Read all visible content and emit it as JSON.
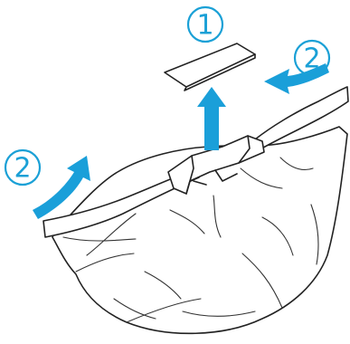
{
  "labels": {
    "step1": "1",
    "step2_right": "2",
    "step2_left": "2"
  },
  "colors": {
    "arrow": "#1a9fd9",
    "label": "#1aa0d6",
    "line": "#222222"
  },
  "icons": {
    "lift_arrow": "arrow-up-icon",
    "curved_arrows": "curved-arrow-icon"
  }
}
